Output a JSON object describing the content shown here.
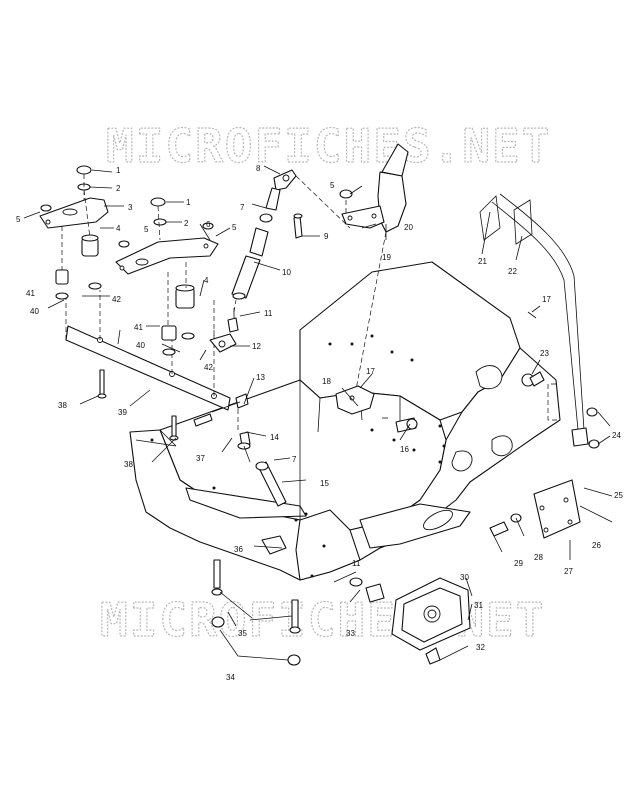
{
  "watermark": {
    "top": "MICROFICHES.NET",
    "bottom": "MICROFICHES.NET"
  },
  "callouts": [
    "1",
    "2",
    "3",
    "4",
    "5",
    "6",
    "7",
    "8",
    "9",
    "10",
    "11",
    "12",
    "13",
    "14",
    "15",
    "16",
    "17",
    "18",
    "19",
    "20",
    "21",
    "22",
    "23",
    "24",
    "25",
    "26",
    "27",
    "28",
    "29",
    "30",
    "31",
    "32",
    "33",
    "34",
    "35",
    "36",
    "37",
    "38",
    "39",
    "40",
    "41",
    "42"
  ]
}
